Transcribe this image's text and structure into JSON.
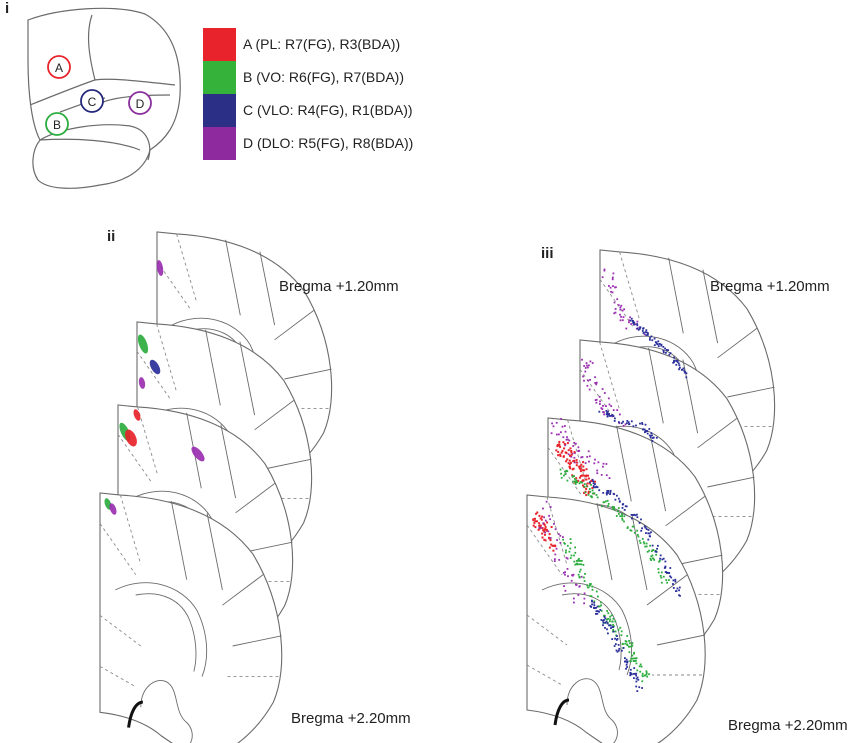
{
  "panels": {
    "i": "i",
    "ii": "ii",
    "iii": "iii"
  },
  "overview": {
    "sites": [
      {
        "id": "A",
        "label": "A",
        "color": "#e8232b"
      },
      {
        "id": "B",
        "label": "B",
        "color": "#2bad3d"
      },
      {
        "id": "C",
        "label": "C",
        "color": "#25287a"
      },
      {
        "id": "D",
        "label": "D",
        "color": "#8b2d9c"
      }
    ]
  },
  "legend": [
    {
      "text": "A (PL: R7(FG), R3(BDA))",
      "color": "#e8232b"
    },
    {
      "text": "B (VO: R6(FG), R7(BDA))",
      "color": "#35b23a"
    },
    {
      "text": "C (VLO: R4(FG), R1(BDA))",
      "color": "#2b2f86"
    },
    {
      "text": "D (DLO: R5(FG), R8(BDA))",
      "color": "#8e2a9d"
    }
  ],
  "section_ii": {
    "bregma_top": "Bregma +1.20mm",
    "bregma_bottom": "Bregma +2.20mm"
  },
  "section_iii": {
    "bregma_top": "Bregma +1.20mm",
    "bregma_bottom": "Bregma +2.20mm"
  },
  "colors": {
    "outline": "#6b6b6b",
    "dash": "#8a8a8a",
    "red": "#e8232b",
    "green": "#2bad3d",
    "blue": "#2a2f9a",
    "purple": "#9a2fb0"
  }
}
